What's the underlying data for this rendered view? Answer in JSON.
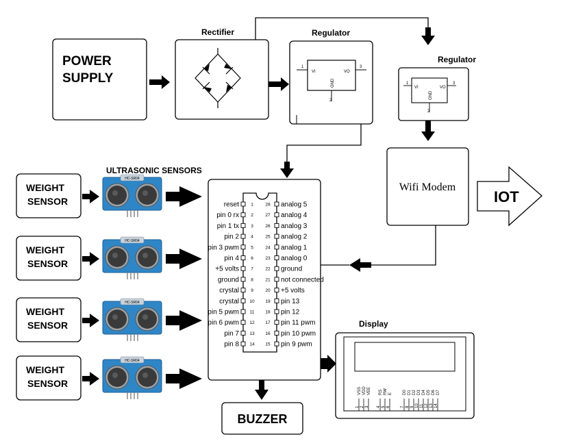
{
  "blocks": {
    "power_supply": [
      "POWER",
      "SUPPLY"
    ],
    "rectifier": "Rectifier",
    "regulator_1": "Regulator",
    "regulator_2": "Regulator",
    "wifi_modem": "Wifi Modem",
    "iot": "IOT",
    "ultrasonic_title": "ULTRASONIC SENSORS",
    "buzzer": "BUZZER",
    "display": "Display"
  },
  "regulator_symbol": {
    "in": "VI",
    "out": "VO",
    "gnd": "GND",
    "pin_in": "1",
    "pin_out": "3",
    "pin_gnd": "2"
  },
  "weight_sensor": [
    "WEIGHT",
    "SENSOR"
  ],
  "sensor_badge": "HC-SR04",
  "mcu": {
    "left_pins": [
      {
        "num": "1",
        "label": "reset"
      },
      {
        "num": "2",
        "label": "pin 0 rx"
      },
      {
        "num": "3",
        "label": "pin 1 tx"
      },
      {
        "num": "4",
        "label": "pin 2"
      },
      {
        "num": "5",
        "label": "pin 3 pwm"
      },
      {
        "num": "6",
        "label": "pin 4"
      },
      {
        "num": "7",
        "label": "+5 volts"
      },
      {
        "num": "8",
        "label": "ground"
      },
      {
        "num": "9",
        "label": "crystal"
      },
      {
        "num": "10",
        "label": "crystal"
      },
      {
        "num": "11",
        "label": "pin 5 pwm"
      },
      {
        "num": "12",
        "label": "pin 6 pwm"
      },
      {
        "num": "13",
        "label": "pin 7"
      },
      {
        "num": "14",
        "label": "pin 8"
      }
    ],
    "right_pins": [
      {
        "num": "28",
        "label": "analog 5"
      },
      {
        "num": "27",
        "label": "analog 4"
      },
      {
        "num": "26",
        "label": "analog 3"
      },
      {
        "num": "25",
        "label": "analog 2"
      },
      {
        "num": "24",
        "label": "analog 1"
      },
      {
        "num": "23",
        "label": "analog 0"
      },
      {
        "num": "22",
        "label": "ground"
      },
      {
        "num": "21",
        "label": "not connected"
      },
      {
        "num": "20",
        "label": "+5 volts"
      },
      {
        "num": "19",
        "label": "pin 13"
      },
      {
        "num": "18",
        "label": "pin 12"
      },
      {
        "num": "17",
        "label": "pin 11 pwm"
      },
      {
        "num": "16",
        "label": "pin 10 pwm"
      },
      {
        "num": "15",
        "label": "pin 9 pwm"
      }
    ]
  },
  "lcd": {
    "pins": [
      {
        "num": "1",
        "label": "VSS"
      },
      {
        "num": "2",
        "label": "VDD"
      },
      {
        "num": "3",
        "label": "VEE"
      },
      {
        "num": "4",
        "label": "RS"
      },
      {
        "num": "5",
        "label": "RW"
      },
      {
        "num": "6",
        "label": "E"
      },
      {
        "num": "7",
        "label": "D0"
      },
      {
        "num": "8",
        "label": "D1"
      },
      {
        "num": "9",
        "label": "D2"
      },
      {
        "num": "10",
        "label": "D3"
      },
      {
        "num": "11",
        "label": "D4"
      },
      {
        "num": "12",
        "label": "D5"
      },
      {
        "num": "13",
        "label": "D6"
      },
      {
        "num": "14",
        "label": "D7"
      }
    ]
  },
  "colors": {
    "sensor_board": "#2f86c6",
    "sensor_board_dark": "#1f5f95",
    "transducer": "#3a3a3a"
  }
}
